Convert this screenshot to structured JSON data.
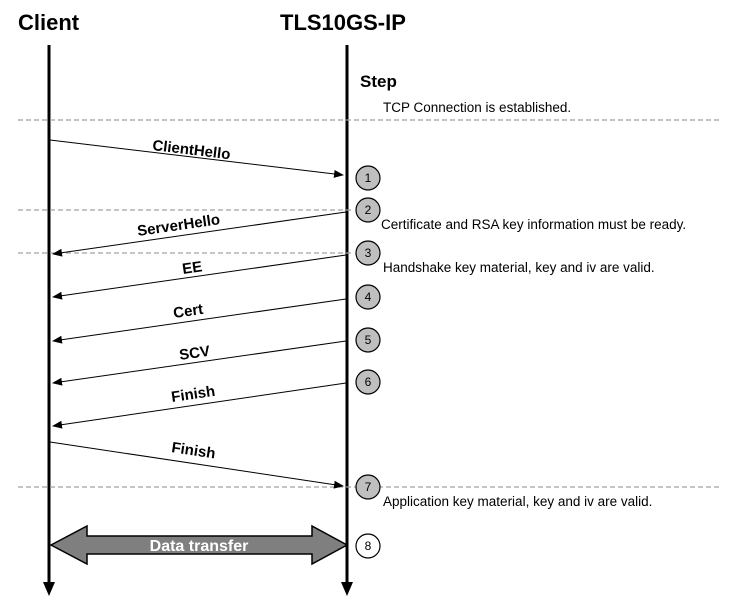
{
  "participants": {
    "client": "Client",
    "server": "TLS10GS-IP"
  },
  "step_header": "Step",
  "notes": {
    "tcp": "TCP Connection is established.",
    "step2": "Certificate and RSA key information must be ready.",
    "step3": "Handshake key material, key and iv are valid.",
    "step7": "Application key material, key and iv are valid."
  },
  "messages": [
    {
      "label": "ClientHello",
      "direction": "to-server"
    },
    {
      "label": "ServerHello",
      "direction": "to-client"
    },
    {
      "label": "EE",
      "direction": "to-client"
    },
    {
      "label": "Cert",
      "direction": "to-client"
    },
    {
      "label": "SCV",
      "direction": "to-client"
    },
    {
      "label": "Finish",
      "direction": "to-client"
    },
    {
      "label": "Finish",
      "direction": "to-server"
    }
  ],
  "steps": [
    "1",
    "2",
    "3",
    "4",
    "5",
    "6",
    "7",
    "8"
  ],
  "data_transfer": "Data transfer",
  "colors": {
    "line": "#000000",
    "dashed": "#a0a0a0",
    "step_fill": "#bfbfbf",
    "data_arrow_fill": "#7f7f7f"
  }
}
